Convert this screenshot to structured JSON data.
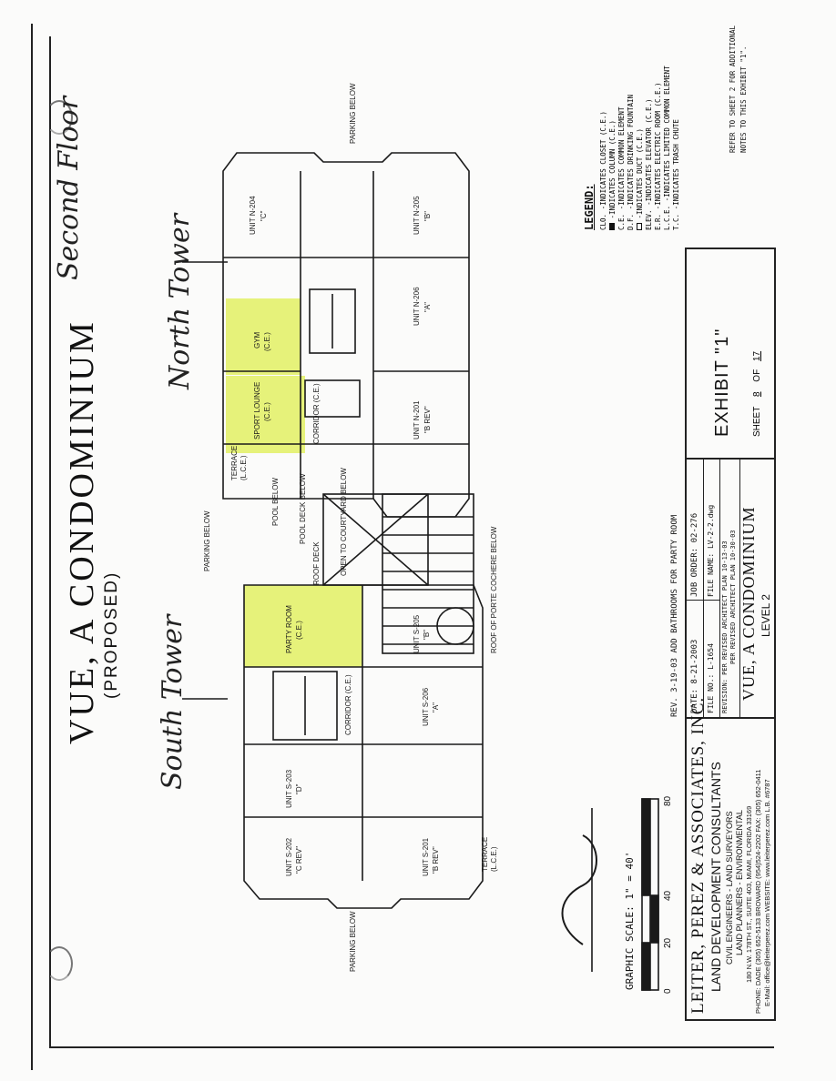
{
  "title": {
    "main": "VUE, A CONDOMINIUM",
    "sub": "(PROPOSED)"
  },
  "handwriting": {
    "floor": "Second Floor",
    "north": "North Tower",
    "south": "South Tower"
  },
  "legend": {
    "heading": "LEGEND:",
    "items": [
      {
        "code": "CLO.",
        "text": "-INDICATES CLOSET (C.E.)"
      },
      {
        "code": "",
        "text": "-INDICATES COLUMN (C.E.)"
      },
      {
        "code": "C.E.",
        "text": "-INDICATES COMMON ELEMENT"
      },
      {
        "code": "D.F.",
        "text": "-INDICATES DRINKING FOUNTAIN"
      },
      {
        "code": "",
        "text": "-INDICATES DUCT (C.E.)"
      },
      {
        "code": "ELEV.",
        "text": "-INDICATES ELEVATOR (C.E.)"
      },
      {
        "code": "E.R.",
        "text": "-INDICATES ELECTRIC ROOM (C.E.)"
      },
      {
        "code": "L.C.E.",
        "text": "-INDICATES LIMITED COMMON ELEMENT"
      },
      {
        "code": "T.C.",
        "text": "-INDICATES TRASH CHUTE"
      }
    ],
    "note1": "REFER TO SHEET 2 FOR ADDITIONAL",
    "note2": "NOTES TO THIS EXHIBIT \"1\"."
  },
  "scale": {
    "label": "GRAPHIC SCALE:  1\" = 40'",
    "ticks": [
      "0",
      "20",
      "40",
      "80"
    ]
  },
  "company": {
    "name": "LEITER, PEREZ & ASSOCIATES, INC.",
    "tagline": "LAND DEVELOPMENT CONSULTANTS",
    "line1": "CIVIL ENGINEERS - LAND SURVEYORS",
    "line2": "LAND PLANNERS - ENVIRONMENTAL",
    "address": "180 N.W. 178TH ST., SUITE 403, MIAMI, FLORIDA 33169",
    "phone": "PHONE: DADE (305) 652-5133  BROWARD (954)524-2202  FAX: (305) 652-0411",
    "web": "E-Mail: office@leiterperez.com  WEBSITE: www.leiterperez.com  L.B. #6787"
  },
  "titleblock": {
    "rev": "REV. 3-19-03  ADD BATHROOMS FOR PARTY ROOM",
    "date": "DATE: 8-21-2003",
    "job": "JOB ORDER: 02-276",
    "fileno": "FILE NO.: L-1654",
    "filename": "FILE NAME: LV-2-2.dwg",
    "revision": "REVISION: PER REVISED ARCHITECT PLAN 10-13-03",
    "revision2": "PER REVISED ARCHITECT PLAN 10-30-03",
    "project": "VUE, A CONDOMINIUM",
    "level": "LEVEL 2",
    "exhibit": "EXHIBIT \"1\"",
    "sheet": "SHEET",
    "sheet_no": "8",
    "of": "OF",
    "sheet_total": "17"
  },
  "plan_labels": {
    "n204": "UNIT N-204",
    "n204t": "\"C\"",
    "n205": "UNIT N-205",
    "n205t": "\"B\"",
    "n206": "UNIT N-206",
    "n206t": "\"A\"",
    "n201": "UNIT N-201",
    "n201t": "\"B REV\"",
    "gym": "GYM",
    "gymt": "(C.E.)",
    "sport": "SPORT LOUNGE",
    "sportt": "(C.E.)",
    "party": "PARTY ROOM",
    "partyt": "(C.E.)",
    "s205": "UNIT S-205",
    "s205t": "\"B\"",
    "s206": "UNIT S-206",
    "s206t": "\"A\"",
    "s203": "UNIT S-203",
    "s203t": "\"D\"",
    "s202": "UNIT S-202",
    "s202t": "\"C REV\"",
    "s201": "UNIT S-201",
    "s201t": "\"B REV\"",
    "parking_below": "PARKING BELOW",
    "pool_below": "POOL BELOW",
    "pool_deck": "POOL DECK BELOW",
    "open": "OPEN TO COURTYARD BELOW",
    "porte": "ROOF OF PORTE COCHERE BELOW",
    "terrace": "TERRACE",
    "lce": "(L.C.E.)",
    "corridor": "CORRIDOR (C.E.)",
    "roof_deck": "ROOF DECK"
  },
  "colors": {
    "highlight": "#e6f27a",
    "ink": "#1a1a1a"
  }
}
